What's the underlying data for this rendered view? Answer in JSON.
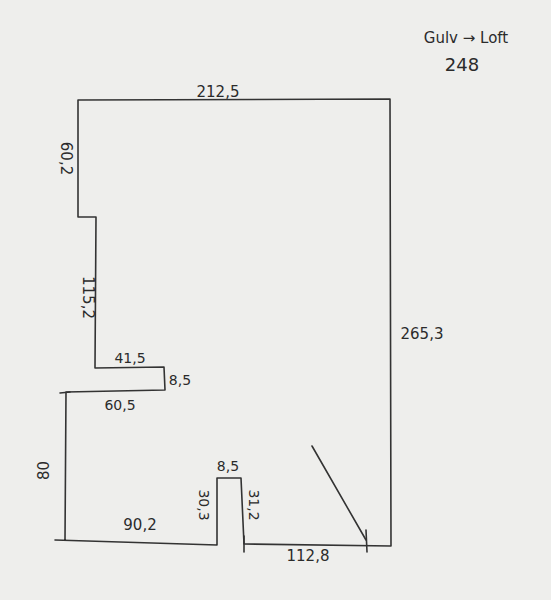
{
  "diagram": {
    "labels": [
      "Gulv → Loft",
      "248",
      "212,5",
      "60,2",
      "115,2",
      "41,5",
      "8,5",
      "60,5",
      "80",
      "90,2",
      "8,5",
      "30,3",
      "31,2",
      "112,8",
      "265,3"
    ]
  }
}
